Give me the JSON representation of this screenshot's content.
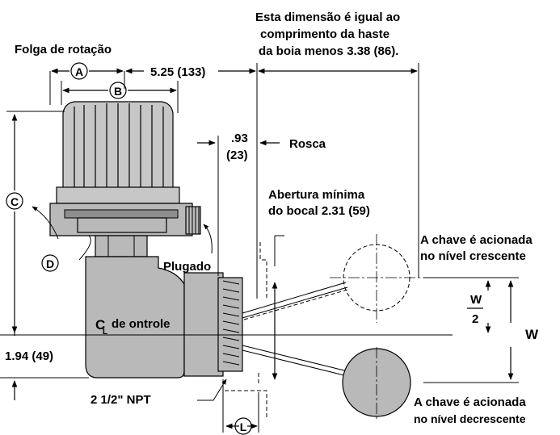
{
  "labels": {
    "folga": "Folga de rotação",
    "note_line1": "Esta dimensão é igual ao",
    "note_line2": "comprimento da haste",
    "note_line3": "da boia menos 3.38 (86).",
    "dim_525": "5.25 (133)",
    "dim_093": ".93",
    "dim_093_mm": "(23)",
    "rosca": "Rosca",
    "abertura1": "Abertura mínima",
    "abertura2": "do bocal 2.31 (59)",
    "plugado": "Plugado",
    "rising1": "A chave é acionada",
    "rising2": "no nível crescente",
    "falling1": "A chave é acionada",
    "falling2": "no nível decrescente",
    "cl_c": "C",
    "cl_l": "L",
    "cl_text": "de ontrole",
    "dim_194": "1.94 (49)",
    "npt": "2 1/2\" NPT",
    "w": "W",
    "w_num": "W",
    "w_den": "2"
  },
  "callouts": {
    "a": "A",
    "b": "B",
    "c": "C",
    "d": "D",
    "l": "L"
  }
}
